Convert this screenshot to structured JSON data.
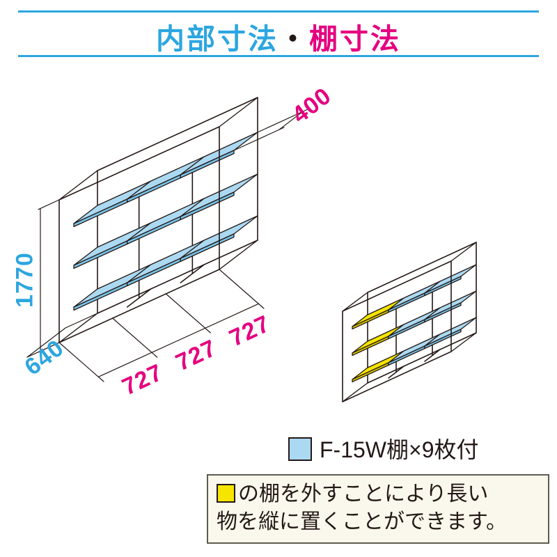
{
  "title": {
    "part1": "内部寸法",
    "separator": "・",
    "part2": "棚寸法"
  },
  "dims": {
    "height": "1770",
    "depth": "640",
    "shelf_depth": "400",
    "widths": [
      "727",
      "727",
      "727"
    ]
  },
  "legend": {
    "shelf_label": "F-15W棚×9枚付",
    "note_line1": "の棚を外すことにより長い",
    "note_line2": "物を縦に置くことができます。"
  },
  "colors": {
    "accent_blue": "#2ca6e0",
    "magenta": "#e5007f",
    "ink": "#231815",
    "shelf_blue": "#abd9f2",
    "shelf_blue_edge": "#79c1e6",
    "shelf_yellow": "#f5e500",
    "shelf_yellow_edge": "#d9c800",
    "note_box_bg": "#faf7ec",
    "note_box_border": "#5d5b50"
  }
}
